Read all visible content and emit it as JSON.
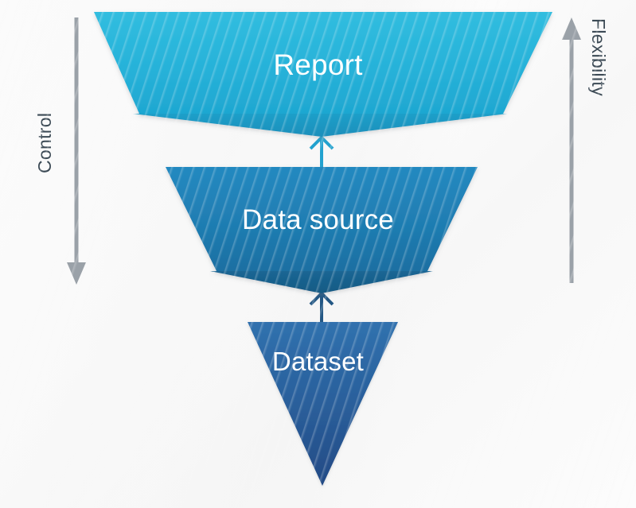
{
  "diagram": {
    "title": "Report / Data source / Dataset funnel",
    "background_color": "#fafafa",
    "stages": [
      {
        "id": "report",
        "label": "Report",
        "shape": "trapezoid-inverted",
        "level": 1,
        "fill_top": "#2bb8dc",
        "fill_bottom": "#1fa9d3",
        "bevel_color": "#1b97c4",
        "text_color": "#ffffff"
      },
      {
        "id": "data-source",
        "label": "Data source",
        "shape": "trapezoid-inverted",
        "level": 2,
        "fill_top": "#2285bb",
        "fill_bottom": "#1d73a8",
        "bevel_color": "#1a6594",
        "text_color": "#ffffff"
      },
      {
        "id": "dataset",
        "label": "Dataset",
        "shape": "triangle-inverted",
        "level": 3,
        "fill_top": "#2e6daa",
        "fill_bottom": "#244c86",
        "bevel_color": "#1f477e",
        "text_color": "#ffffff"
      }
    ],
    "connectors": [
      {
        "id": "dataset-to-data-source",
        "from": "dataset",
        "to": "data-source",
        "direction": "up",
        "color": "#235784"
      },
      {
        "id": "data-source-to-report",
        "from": "data-source",
        "to": "report",
        "direction": "up",
        "color": "#23a2cf"
      }
    ],
    "axes": [
      {
        "id": "control-axis",
        "label": "Control",
        "side": "left",
        "direction": "down",
        "color": "#9aa1a8",
        "text_color": "#3c4a55"
      },
      {
        "id": "flexibility-axis",
        "label": "Flexibility",
        "side": "right",
        "direction": "up",
        "color": "#9aa1a8",
        "text_color": "#3c4a55"
      }
    ]
  }
}
